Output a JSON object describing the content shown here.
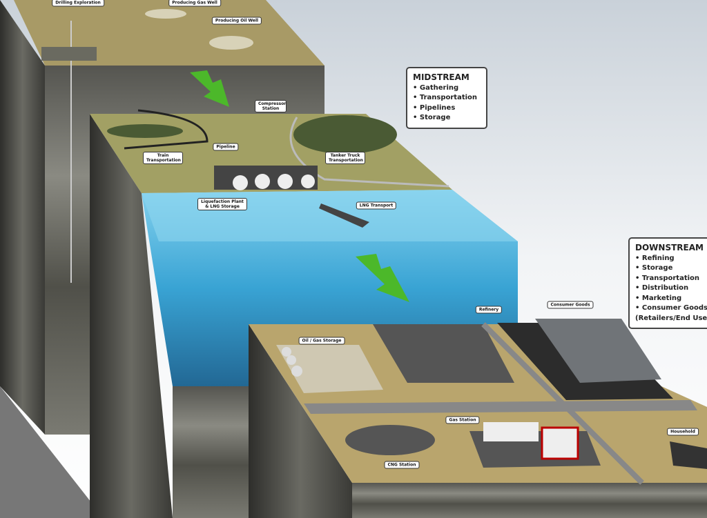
{
  "midstream": {
    "title": "MIDSTREAM",
    "items": [
      "• Gathering",
      "• Transportation",
      "• Pipelines",
      "• Storage"
    ]
  },
  "downstream": {
    "title": "DOWNSTREAM",
    "items": [
      "• Refining",
      "• Storage",
      "• Transportation",
      "• Distribution",
      "• Marketing",
      "• Consumer Goods",
      "(Retailers/End Users)"
    ]
  },
  "labels": {
    "drilling": "Drilling Exploration",
    "gas_well": "Producing Gas Well",
    "oil_well": "Producing Oil Well",
    "compressor": "Compressor Station",
    "pipeline": "Pipeline",
    "train": "Train Transportation",
    "tanker": "Tanker Truck Transportation",
    "liquefaction": "Liquefaction Plant & LNG Storage",
    "lng": "LNG Transport",
    "refinery": "Refinery",
    "consumer": "Consumer Goods",
    "storage": "Oil / Gas Storage",
    "gas_station": "Gas Station",
    "household": "Household",
    "cng": "CNG Station"
  },
  "colors": {
    "sky": "#e9edf1",
    "grass": "#a39a62",
    "water": "#3fa6d6",
    "arrow": "#4cb82a",
    "rock": "#4a4a45"
  }
}
